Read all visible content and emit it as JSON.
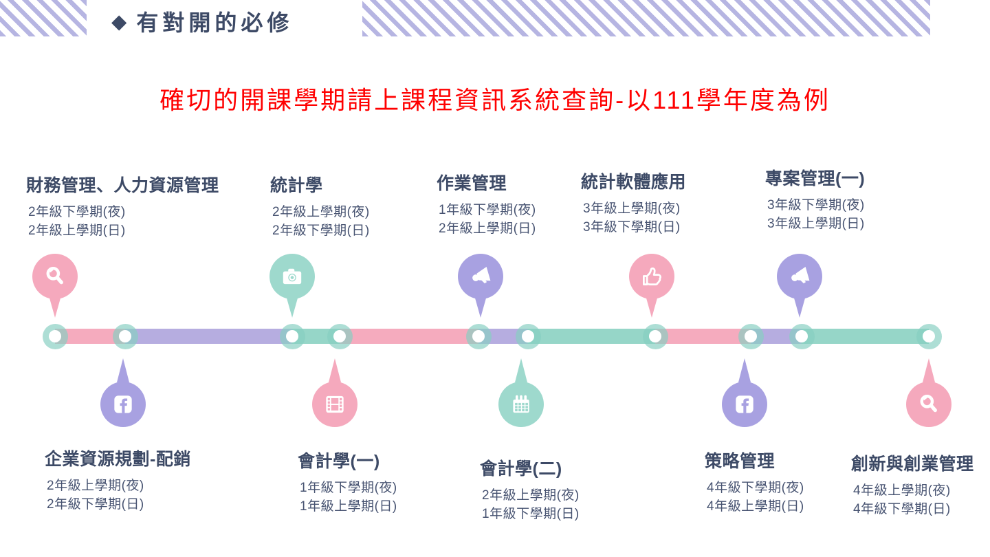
{
  "slide": {
    "header": {
      "diamond_icon": "◆",
      "title": "有對開的必修"
    },
    "notice": "確切的開課學期請上課程資訊系統查詢-以111學年度為例"
  },
  "palette": {
    "stripe": "#b6b5e2",
    "navy": "#3d4a66",
    "detail_navy": "#475371",
    "red": "#ff0000",
    "pin_pink": "#f5a9bd",
    "pin_purple": "#a8a1e1",
    "pin_teal": "#9ed9cd",
    "bar_pink": "#f5abbe",
    "bar_purple": "#b6ade0",
    "bar_teal": "#96d6c8",
    "node_ring": "rgba(134,206,193,0.68)",
    "node_center": "#ffffff",
    "icon_white": "#ffffff"
  },
  "timeline": {
    "segment_colors": [
      "pink",
      "purple",
      "teal",
      "pink",
      "purple",
      "teal",
      "pink",
      "purple",
      "teal"
    ],
    "pins": [
      {
        "icon": "search-icon",
        "color": "pink",
        "position": "above"
      },
      {
        "icon": "facebook-icon",
        "color": "purple",
        "position": "below"
      },
      {
        "icon": "camera-icon",
        "color": "teal",
        "position": "above"
      },
      {
        "icon": "film-icon",
        "color": "pink",
        "position": "below"
      },
      {
        "icon": "megaphone-icon",
        "color": "purple",
        "position": "above"
      },
      {
        "icon": "calendar-icon",
        "color": "teal",
        "position": "below"
      },
      {
        "icon": "thumbs-up-icon",
        "color": "pink",
        "position": "above"
      },
      {
        "icon": "facebook-icon",
        "color": "purple",
        "position": "below"
      },
      {
        "icon": "megaphone-icon",
        "color": "purple",
        "position": "above"
      },
      {
        "icon": "search-icon",
        "color": "pink",
        "position": "below"
      }
    ]
  },
  "courses_top": [
    {
      "title": "財務管理、人力資源管理",
      "lines": [
        "2年級下學期(夜)",
        "2年級上學期(日)"
      ]
    },
    {
      "title": "統計學",
      "lines": [
        "2年級上學期(夜)",
        "2年級下學期(日)"
      ]
    },
    {
      "title": "作業管理",
      "lines": [
        "1年級下學期(夜)",
        "2年級上學期(日)"
      ]
    },
    {
      "title": "統計軟體應用",
      "lines": [
        "3年級上學期(夜)",
        "3年級下學期(日)"
      ]
    },
    {
      "title": "專案管理(一)",
      "lines": [
        "3年級下學期(夜)",
        "3年級上學期(日)"
      ]
    }
  ],
  "courses_bottom": [
    {
      "title": "企業資源規劃-配銷",
      "lines": [
        "2年級上學期(夜)",
        "2年級下學期(日)"
      ]
    },
    {
      "title": "會計學(一)",
      "lines": [
        "1年級下學期(夜)",
        "1年級上學期(日)"
      ]
    },
    {
      "title": "會計學(二)",
      "lines": [
        "2年級上學期(夜)",
        "1年級下學期(日)"
      ]
    },
    {
      "title": "策略管理",
      "lines": [
        "4年級下學期(夜)",
        "4年級上學期(日)"
      ]
    },
    {
      "title": "創新與創業管理",
      "lines": [
        "4年級上學期(夜)",
        "4年級下學期(日)"
      ]
    }
  ]
}
